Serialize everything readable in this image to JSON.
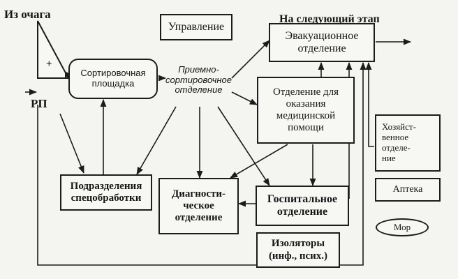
{
  "labels": {
    "source": "Из очага",
    "rp": "РП",
    "next_stage": "На следующий этап",
    "plus": "+"
  },
  "nodes": {
    "sorting": "Сортировочная\nплощадка",
    "management": "Управление",
    "reception": "Приемно-\nсортировочное\nотделение",
    "evacuation": "Эвакуационное\nотделение",
    "medical_care": "Отделение для\nоказания\nмедицинской\nпомощи",
    "household": "Хозяйст-\nвенное\nотделе-\nние",
    "pharmacy": "Аптека",
    "morgue": "Мор",
    "special_processing": "Подразделения\nспецобработки",
    "diagnostic": "Диагности-\nческое\nотделение",
    "hospital": "Госпитальное\nотделение",
    "isolators": "Изоляторы\n(инф., псих.)"
  }
}
